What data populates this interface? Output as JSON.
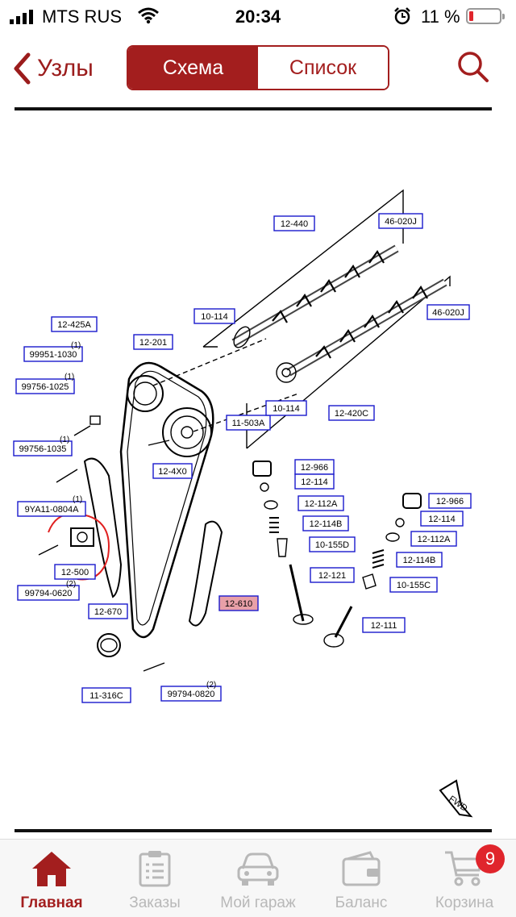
{
  "status_bar": {
    "carrier": "MTS RUS",
    "time": "20:34",
    "battery_percent": "11 %"
  },
  "nav": {
    "back_label": "Узлы",
    "segments": [
      "Схема",
      "Список"
    ],
    "active_segment": "Схема"
  },
  "diagram": {
    "callouts": [
      "12-440",
      "46-020J",
      "10-114",
      "46-020J",
      "12-425A",
      "12-201",
      "99951-1030",
      "99756-1025",
      "99756-1035",
      "12-4X0",
      "11-503A",
      "10-114",
      "12-420C",
      "12-966",
      "12-114",
      "12-112A",
      "12-114B",
      "10-155D",
      "9YA11-0804A",
      "12-500",
      "99794-0620",
      "12-670",
      "12-121",
      "12-610",
      "12-111",
      "12-966",
      "12-114",
      "12-112A",
      "12-114B",
      "10-155C",
      "11-316C",
      "99794-0820"
    ],
    "qty_marks": [
      "(1)",
      "(1)",
      "(1)",
      "(1)",
      "(2)",
      "(2)"
    ],
    "highlighted_callout": "12-610",
    "fwd_label": "FWD"
  },
  "tabbar": {
    "tabs": [
      {
        "label": "Главная",
        "icon": "home-icon"
      },
      {
        "label": "Заказы",
        "icon": "orders-icon"
      },
      {
        "label": "Мой гараж",
        "icon": "car-icon"
      },
      {
        "label": "Баланс",
        "icon": "wallet-icon"
      },
      {
        "label": "Корзина",
        "icon": "cart-icon"
      }
    ],
    "active_tab": "Главная",
    "cart_badge": "9"
  },
  "colors": {
    "accent": "#a31e1e",
    "badge": "#e0252c",
    "callout_border": "#1a1acc",
    "highlight": "#e8a0a8"
  }
}
